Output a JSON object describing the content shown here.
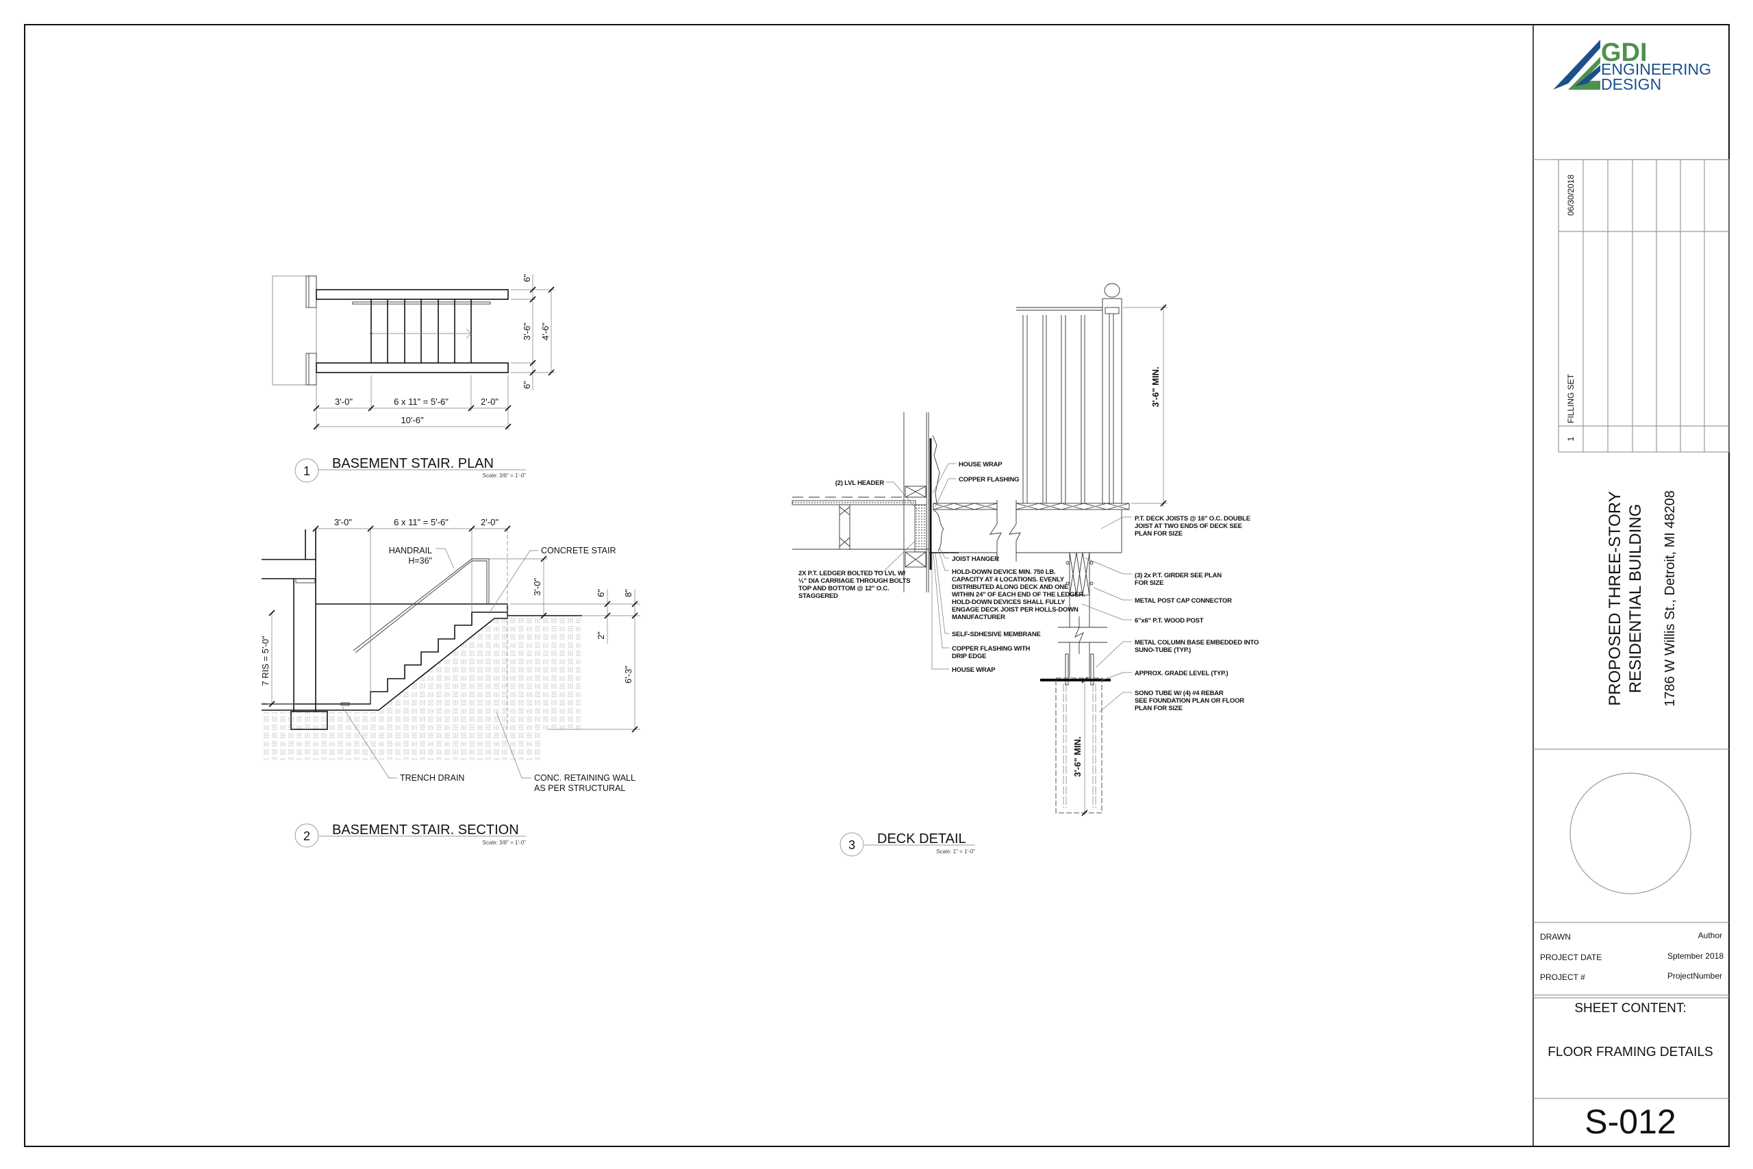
{
  "title_block": {
    "logo": {
      "line1": "GDI",
      "line2": "ENGINEERING",
      "line3": "DESIGN",
      "green": "#4e9150",
      "blue": "#1d4f8c"
    },
    "revisions": [
      {
        "number": "1",
        "description": "FILLING SET",
        "date": "06/30/2018"
      }
    ],
    "project_title_line1": "PROPOSED THREE-STORY",
    "project_title_line2": "RESIDENTIAL BUILDING",
    "project_address": "1786 W Willis St., Detroit, MI 48208",
    "info": [
      {
        "label": "DRAWN",
        "value": "Author"
      },
      {
        "label": "PROJECT DATE",
        "value": "Sptember  2018"
      },
      {
        "label": "PROJECT #",
        "value": "ProjectNumber"
      }
    ],
    "sheet_content_label": "SHEET CONTENT:",
    "sheet_content": "FLOOR FRAMING DETAILS",
    "sheet_number": "S-012"
  },
  "detail1": {
    "number": "1",
    "title": "BASEMENT STAIR. PLAN",
    "scale": "Scale: 3/8\" = 1'-0\"",
    "dims": {
      "landing": "3'-0\"",
      "treads": "6 x 11\" = 5'-6\"",
      "end": "2'-0\"",
      "total": "10'-6\"",
      "top": "6\"",
      "width": "3'-6\"",
      "overall": "4'-6\"",
      "bottom": "6\""
    }
  },
  "detail2": {
    "number": "2",
    "title": "BASEMENT STAIR. SECTION",
    "scale": "Scale: 3/8\" = 1'-0\"",
    "dims": {
      "landing": "3'-0\"",
      "treads": "6 x 11\" = 5'-6\"",
      "end": "2'-0\"",
      "rail": "3'-0\"",
      "six": "6\"",
      "two": "2\"",
      "eight": "8\"",
      "depth": "6'-3\"",
      "risers": "7 RIS = 5'-0\""
    },
    "labels": {
      "handrail": "HANDRAIL",
      "handrail_h": "H=36\"",
      "concrete_stair": "CONCRETE STAIR",
      "trench_drain": "TRENCH DRAIN",
      "retaining_1": "CONC. RETAINING WALL",
      "retaining_2": "AS PER STRUCTURAL"
    }
  },
  "detail3": {
    "number": "3",
    "title": "DECK DETAIL",
    "scale": "Scale: 1\" = 1'-0\"",
    "dim_rail": "3'-6\" MIN.",
    "dim_tube": "3'-6\" MIN.",
    "labels": {
      "house_wrap_top": "HOUSE WRAP",
      "copper_flashing": "COPPER FLASHING",
      "lvl_header": "(2) LVL HEADER",
      "deck_joists": [
        "P.T. DECK JOISTS @ 16\" O.C. DOUBLE",
        "JOIST AT TWO ENDS OF DECK SEE",
        "PLAN FOR SIZE"
      ],
      "joist_hanger": "JOIST HANGER",
      "ledger": [
        "2X P.T. LEDGER BOLTED TO LVL W/",
        "½\" DIA CARRIAGE THROUGH BOLTS",
        "TOP AND BOTTOM @ 12\" O.C.",
        "STAGGERED"
      ],
      "hold_down": [
        "HOLD-DOWN DEVICE MIN. 750 LB.",
        "CAPACITY AT 4 LOCATIONS. EVENLY",
        "DISTRIBUTED ALONG DECK AND ONE",
        "WITHIN 24\" OF EACH END OF THE LEDGER.",
        "HOLD-DOWN DEVICES SHALL FULLY",
        "ENGAGE DECK JOIST PER HOLLS-DOWN",
        "MANUFACTURER"
      ],
      "girder": [
        "(3) 2x P.T. GIRDER SEE PLAN",
        "FOR SIZE"
      ],
      "post_cap": "METAL POST CAP CONNECTOR",
      "wood_post": "6\"x6\" P.T. WOOD POST",
      "membrane": "SELF-SDHESIVE MEMBRANE",
      "column_base": [
        "METAL COLUMN BASE EMBEDDED INTO",
        "SUNO-TUBE (TYP.)"
      ],
      "copper_drip": [
        "COPPER FLASHING WITH",
        "DRIP EDGE"
      ],
      "house_wrap_bottom": "HOUSE WRAP",
      "grade": "APPROX. GRADE LEVEL (TYP.)",
      "sono_tube": [
        "SONO TUBE W/ (4) #4 REBAR",
        "SEE FOUNDATION PLAN OR FLOOR",
        "PLAN FOR SIZE"
      ]
    }
  }
}
